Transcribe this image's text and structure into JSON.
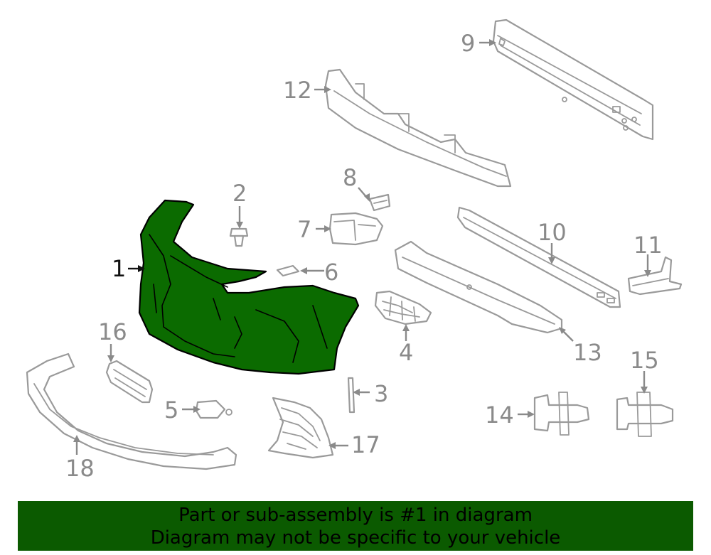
{
  "diagram": {
    "highlight_color": "#0b6b00",
    "outline_color": "#9a9a9a",
    "callouts": [
      {
        "id": "1",
        "label": "1"
      },
      {
        "id": "2",
        "label": "2"
      },
      {
        "id": "3",
        "label": "3"
      },
      {
        "id": "4",
        "label": "4"
      },
      {
        "id": "5",
        "label": "5"
      },
      {
        "id": "6",
        "label": "6"
      },
      {
        "id": "7",
        "label": "7"
      },
      {
        "id": "8",
        "label": "8"
      },
      {
        "id": "9",
        "label": "9"
      },
      {
        "id": "10",
        "label": "10"
      },
      {
        "id": "11",
        "label": "11"
      },
      {
        "id": "12",
        "label": "12"
      },
      {
        "id": "13",
        "label": "13"
      },
      {
        "id": "14",
        "label": "14"
      },
      {
        "id": "15",
        "label": "15"
      },
      {
        "id": "16",
        "label": "16"
      },
      {
        "id": "17",
        "label": "17"
      },
      {
        "id": "18",
        "label": "18"
      }
    ]
  },
  "banner": {
    "background": "#0b5a00",
    "line1": "Part or sub-assembly is #1 in diagram",
    "line2": "Diagram may not be specific to your vehicle"
  }
}
